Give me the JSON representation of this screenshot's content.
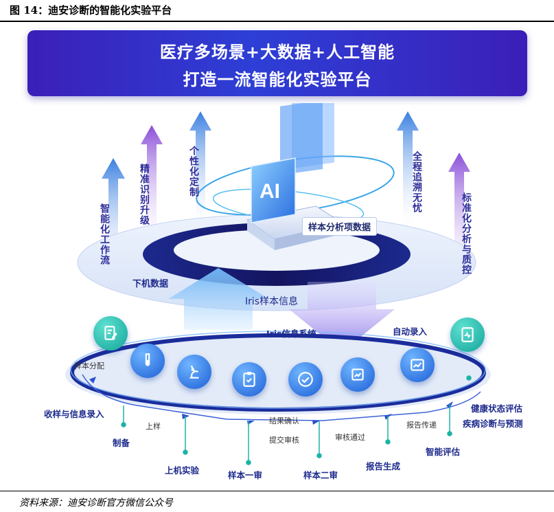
{
  "figure_title": "图 14：迪安诊断的智能化实验平台",
  "source": "资料来源：迪安诊断官方微信公众号",
  "banner": {
    "line1": "医疗多场景+大数据+人工智能",
    "line2": "打造一流智能化实验平台"
  },
  "arrow_labels": {
    "smart_workflow": "智能化工作流",
    "accurate_upgrade": "精准识别升级",
    "personalized": "个性化定制",
    "full_traceability": "全程追溯无忧",
    "standardized_qc": "标准化分析与质控"
  },
  "ai": {
    "chip_text": "AI",
    "sample_data_tag": "样本分析项数据"
  },
  "flows": {
    "download_data": "下机数据",
    "iris_sample_info": "Iris样本信息",
    "iris_info_system": "Iris信息系统",
    "auto_entry": "自动录入"
  },
  "process": {
    "sample_distribution": "样本分配",
    "collect_and_entry": "收样与信息录入",
    "loading": "上样",
    "preparation": "制备",
    "machine_experiment": "上机实验",
    "first_review": "样本一审",
    "result_confirm": "结果确认",
    "submit_review": "提交审核",
    "second_review": "样本二审",
    "review_passed": "审核通过",
    "report_generation": "报告生成",
    "report_delivery": "报告传递",
    "smart_assessment": "智能评估",
    "health_assessment": "健康状态评估",
    "disease_prediction": "疾病诊断与预测"
  },
  "icons": [
    "document-edit-icon",
    "test-tube-icon",
    "microscope-icon",
    "clipboard-check-icon",
    "checkmark-icon",
    "report-chart-icon",
    "trend-chart-icon",
    "medical-report-icon"
  ],
  "colors": {
    "banner": "#2d3fd6",
    "ring_dark": "#1a1a6e",
    "teal": "#13a59a",
    "blue": "#1d5fd6",
    "text": "#1d2a8c"
  }
}
